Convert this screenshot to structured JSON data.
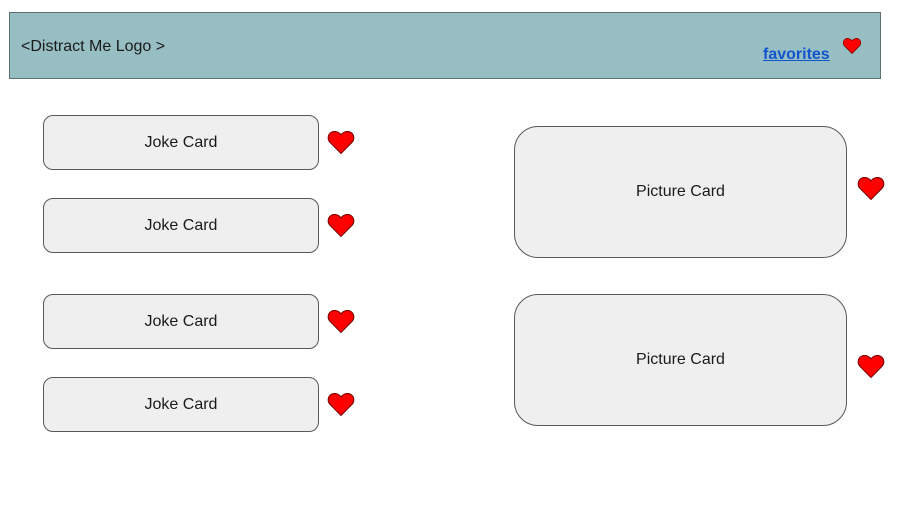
{
  "header": {
    "logo_text": "<Distract Me Logo >",
    "favorites_label": "favorites"
  },
  "joke_cards": [
    {
      "label": "Joke Card"
    },
    {
      "label": "Joke Card"
    },
    {
      "label": "Joke Card"
    },
    {
      "label": "Joke Card"
    }
  ],
  "picture_cards": [
    {
      "label": "Picture Card"
    },
    {
      "label": "Picture Card"
    }
  ],
  "icons": {
    "heart": "heart-icon"
  },
  "colors": {
    "header_bg": "#97bec3",
    "card_bg": "#efefef",
    "heart": "#ff0000",
    "link": "#1155cc"
  }
}
